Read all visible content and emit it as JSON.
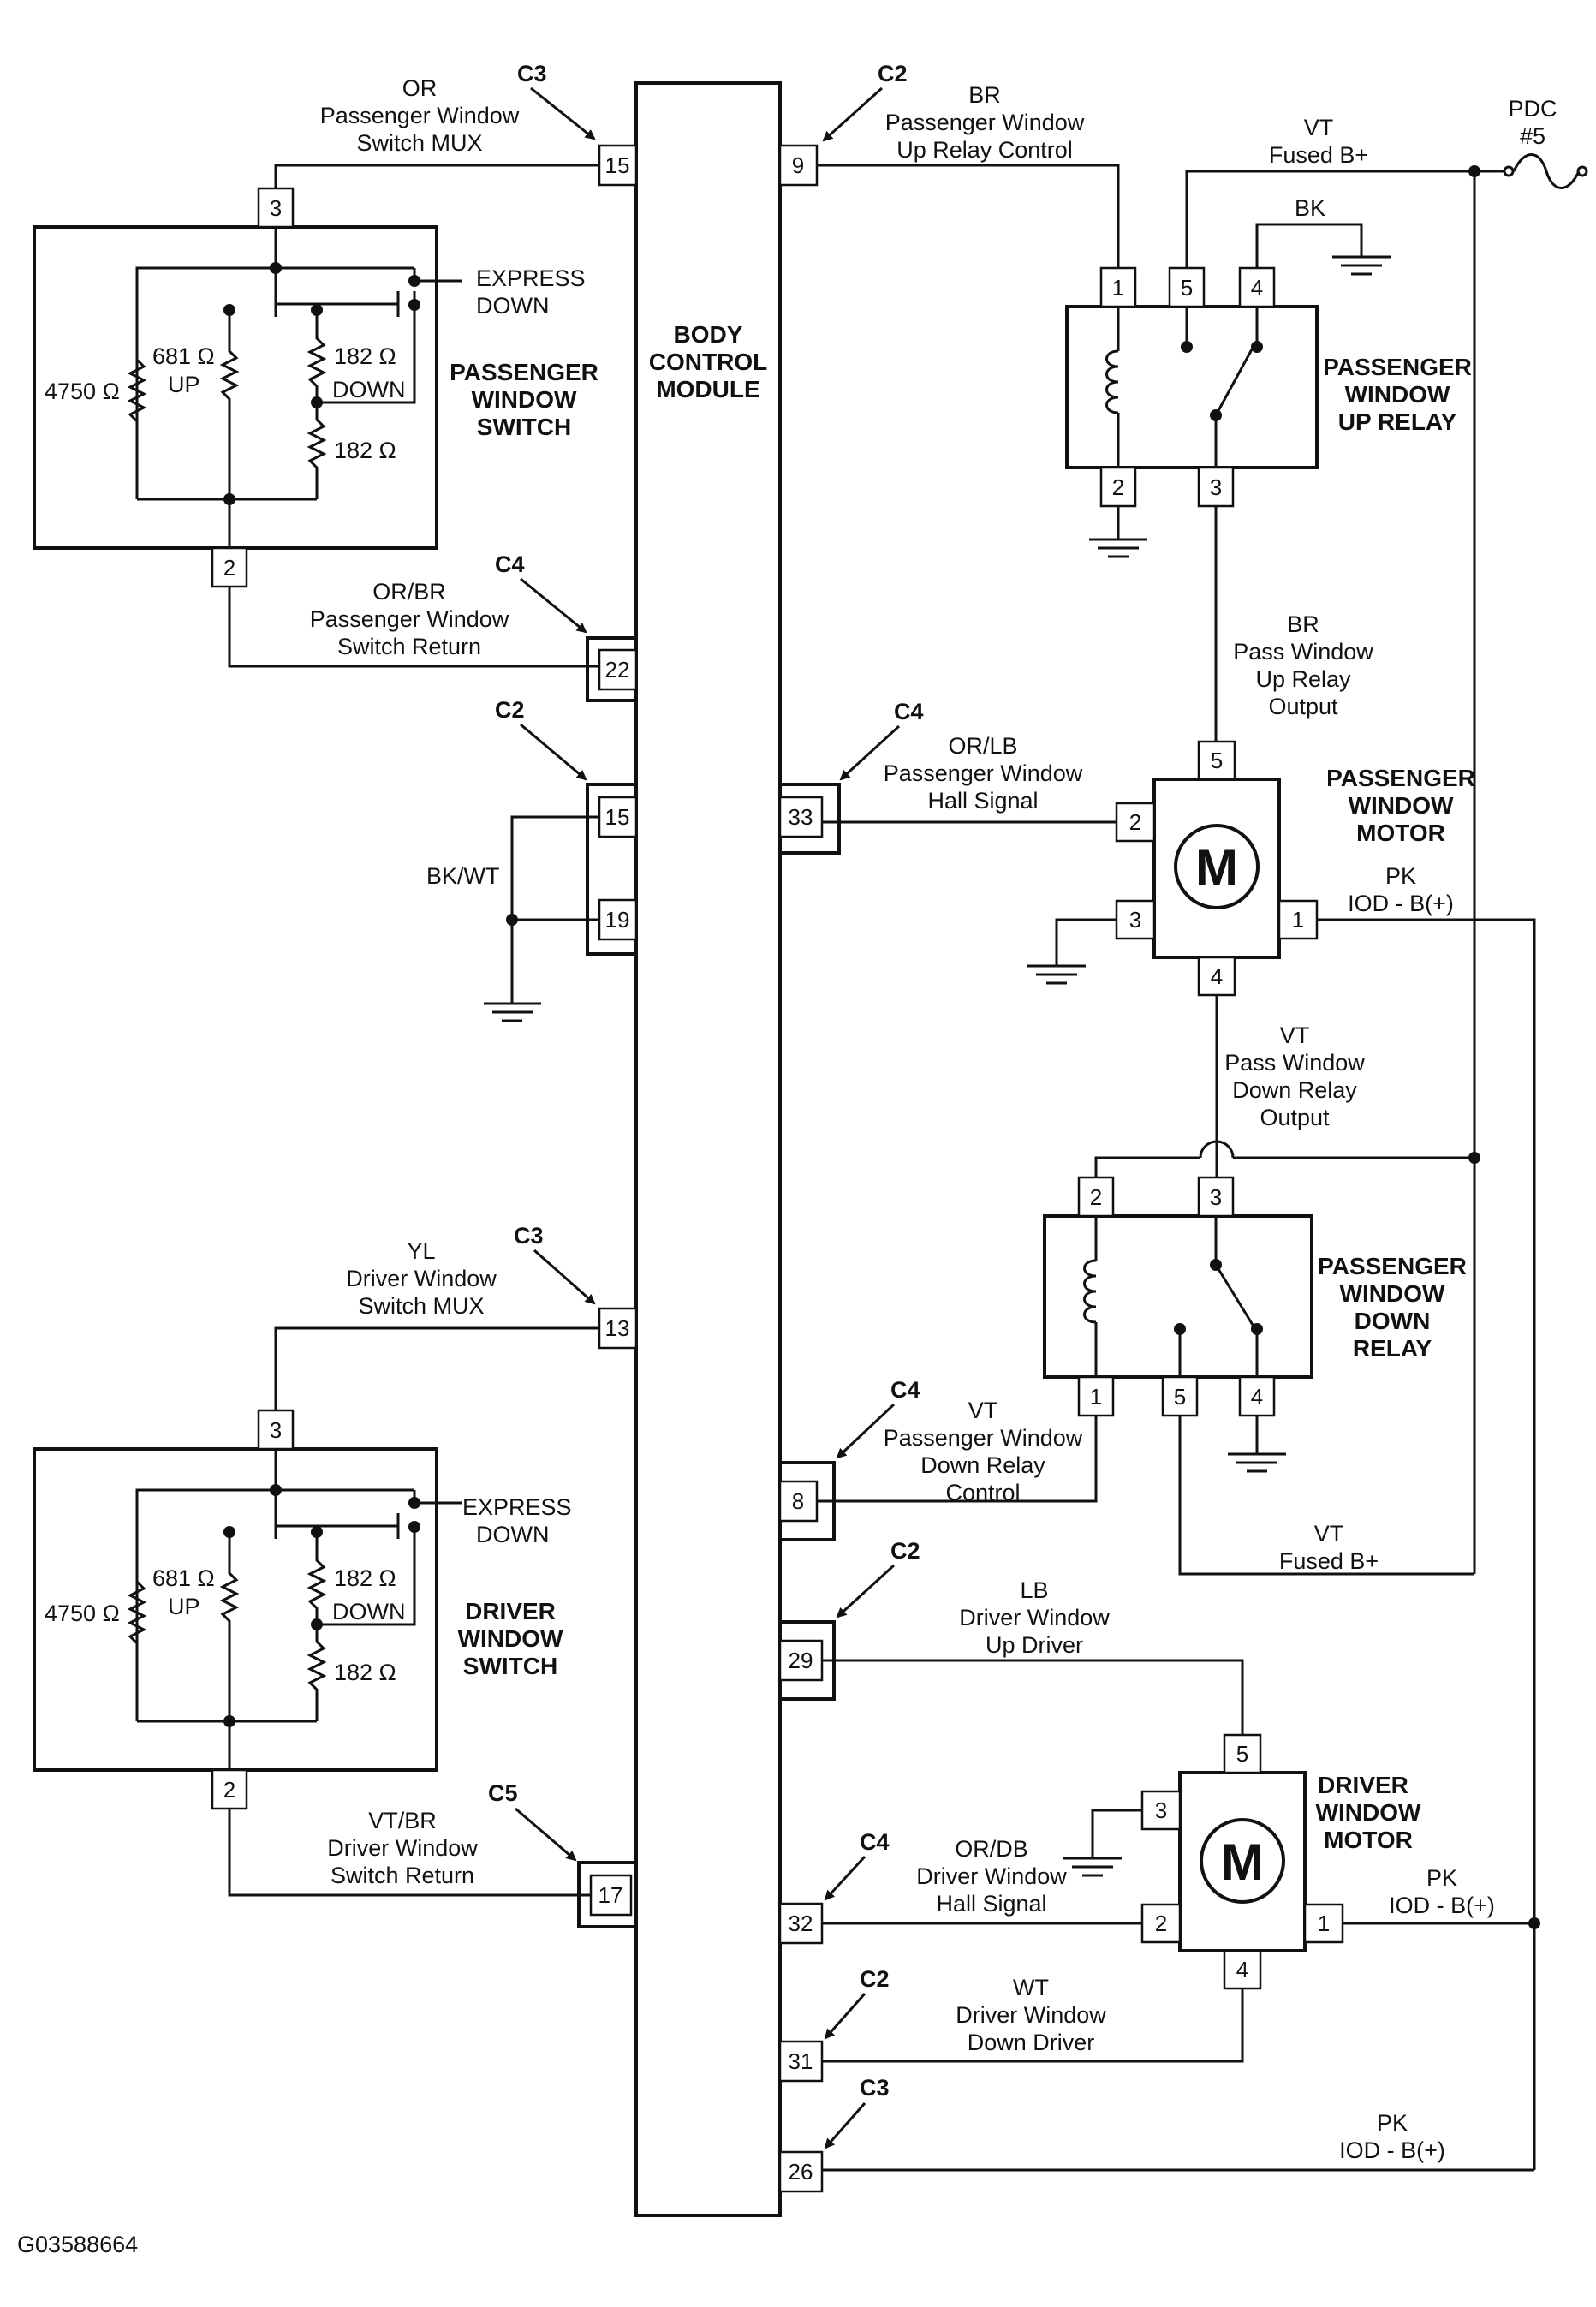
{
  "module": {
    "line1": "BODY",
    "line2": "CONTROL",
    "line3": "MODULE"
  },
  "components": {
    "pass_switch": {
      "line1": "PASSENGER",
      "line2": "WINDOW",
      "line3": "SWITCH"
    },
    "driver_switch": {
      "line1": "DRIVER",
      "line2": "WINDOW",
      "line3": "SWITCH"
    },
    "pass_up_relay": {
      "line1": "PASSENGER",
      "line2": "WINDOW",
      "line3": "UP RELAY"
    },
    "pass_down_relay": {
      "line1": "PASSENGER",
      "line2": "WINDOW",
      "line3": "DOWN",
      "line4": "RELAY"
    },
    "pass_motor": {
      "line1": "PASSENGER",
      "line2": "WINDOW",
      "line3": "MOTOR",
      "symbol": "M"
    },
    "driver_motor": {
      "line1": "DRIVER",
      "line2": "WINDOW",
      "line3": "MOTOR",
      "symbol": "M"
    }
  },
  "switch_internals": {
    "r1": "4750 Ω",
    "r2": "681 Ω",
    "r2_sub": "UP",
    "r3": "182 Ω",
    "r3_sub": "DOWN",
    "r4": "182 Ω",
    "express1": "EXPRESS",
    "express2": "DOWN"
  },
  "connectors": {
    "c3": "C3",
    "c2": "C2",
    "c4": "C4",
    "c5": "C5"
  },
  "pins": {
    "p15a": "15",
    "p9": "9",
    "p22": "22",
    "p15b": "15",
    "p19": "19",
    "p33": "33",
    "p13": "13",
    "p8": "8",
    "p29": "29",
    "p17": "17",
    "p32": "32",
    "p31": "31",
    "p26": "26",
    "psw3": "3",
    "psw2": "2",
    "dsw3": "3",
    "dsw2": "2",
    "ur1": "1",
    "ur5": "5",
    "ur4": "4",
    "ur2": "2",
    "ur3": "3",
    "dr2": "2",
    "dr3": "3",
    "dr1": "1",
    "dr5": "5",
    "dr4": "4",
    "pm5": "5",
    "pm2": "2",
    "pm3": "3",
    "pm1": "1",
    "pm4": "4",
    "dm5": "5",
    "dm3": "3",
    "dm2": "2",
    "dm1": "1",
    "dm4": "4"
  },
  "wires": {
    "w1": [
      "OR",
      "Passenger Window",
      "Switch MUX"
    ],
    "w2": [
      "OR/BR",
      "Passenger Window",
      "Switch Return"
    ],
    "w3": [
      "BK/WT"
    ],
    "w4": [
      "BR",
      "Passenger Window",
      "Up Relay Control"
    ],
    "w5": [
      "VT",
      "Fused B+"
    ],
    "w6": [
      "BK"
    ],
    "w7": [
      "PDC",
      "#5"
    ],
    "w8": [
      "BR",
      "Pass Window",
      "Up Relay",
      "Output"
    ],
    "w9": [
      "OR/LB",
      "Passenger Window",
      "Hall Signal"
    ],
    "w10": [
      "PK",
      "IOD - B(+)"
    ],
    "w11": [
      "VT",
      "Pass Window",
      "Down Relay",
      "Output"
    ],
    "w12": [
      "YL",
      "Driver Window",
      "Switch MUX"
    ],
    "w13": [
      "VT",
      "Passenger Window",
      "Down Relay",
      "Control"
    ],
    "w14": [
      "VT",
      "Fused B+"
    ],
    "w15": [
      "LB",
      "Driver Window",
      "Up Driver"
    ],
    "w16": [
      "VT/BR",
      "Driver Window",
      "Switch Return"
    ],
    "w17": [
      "OR/DB",
      "Driver Window",
      "Hall Signal"
    ],
    "w18": [
      "PK",
      "IOD - B(+)"
    ],
    "w19": [
      "WT",
      "Driver Window",
      "Down Driver"
    ],
    "w20": [
      "PK",
      "IOD - B(+)"
    ]
  },
  "figure_id": "G03588664"
}
